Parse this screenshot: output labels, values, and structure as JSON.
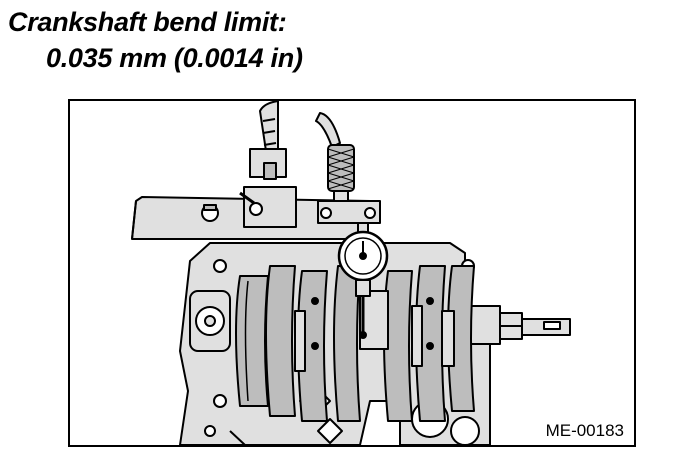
{
  "caption": {
    "line1": "Crankshaft bend limit:",
    "line2": "0.035 mm (0.0014 in)"
  },
  "figure": {
    "code": "ME-00183"
  }
}
